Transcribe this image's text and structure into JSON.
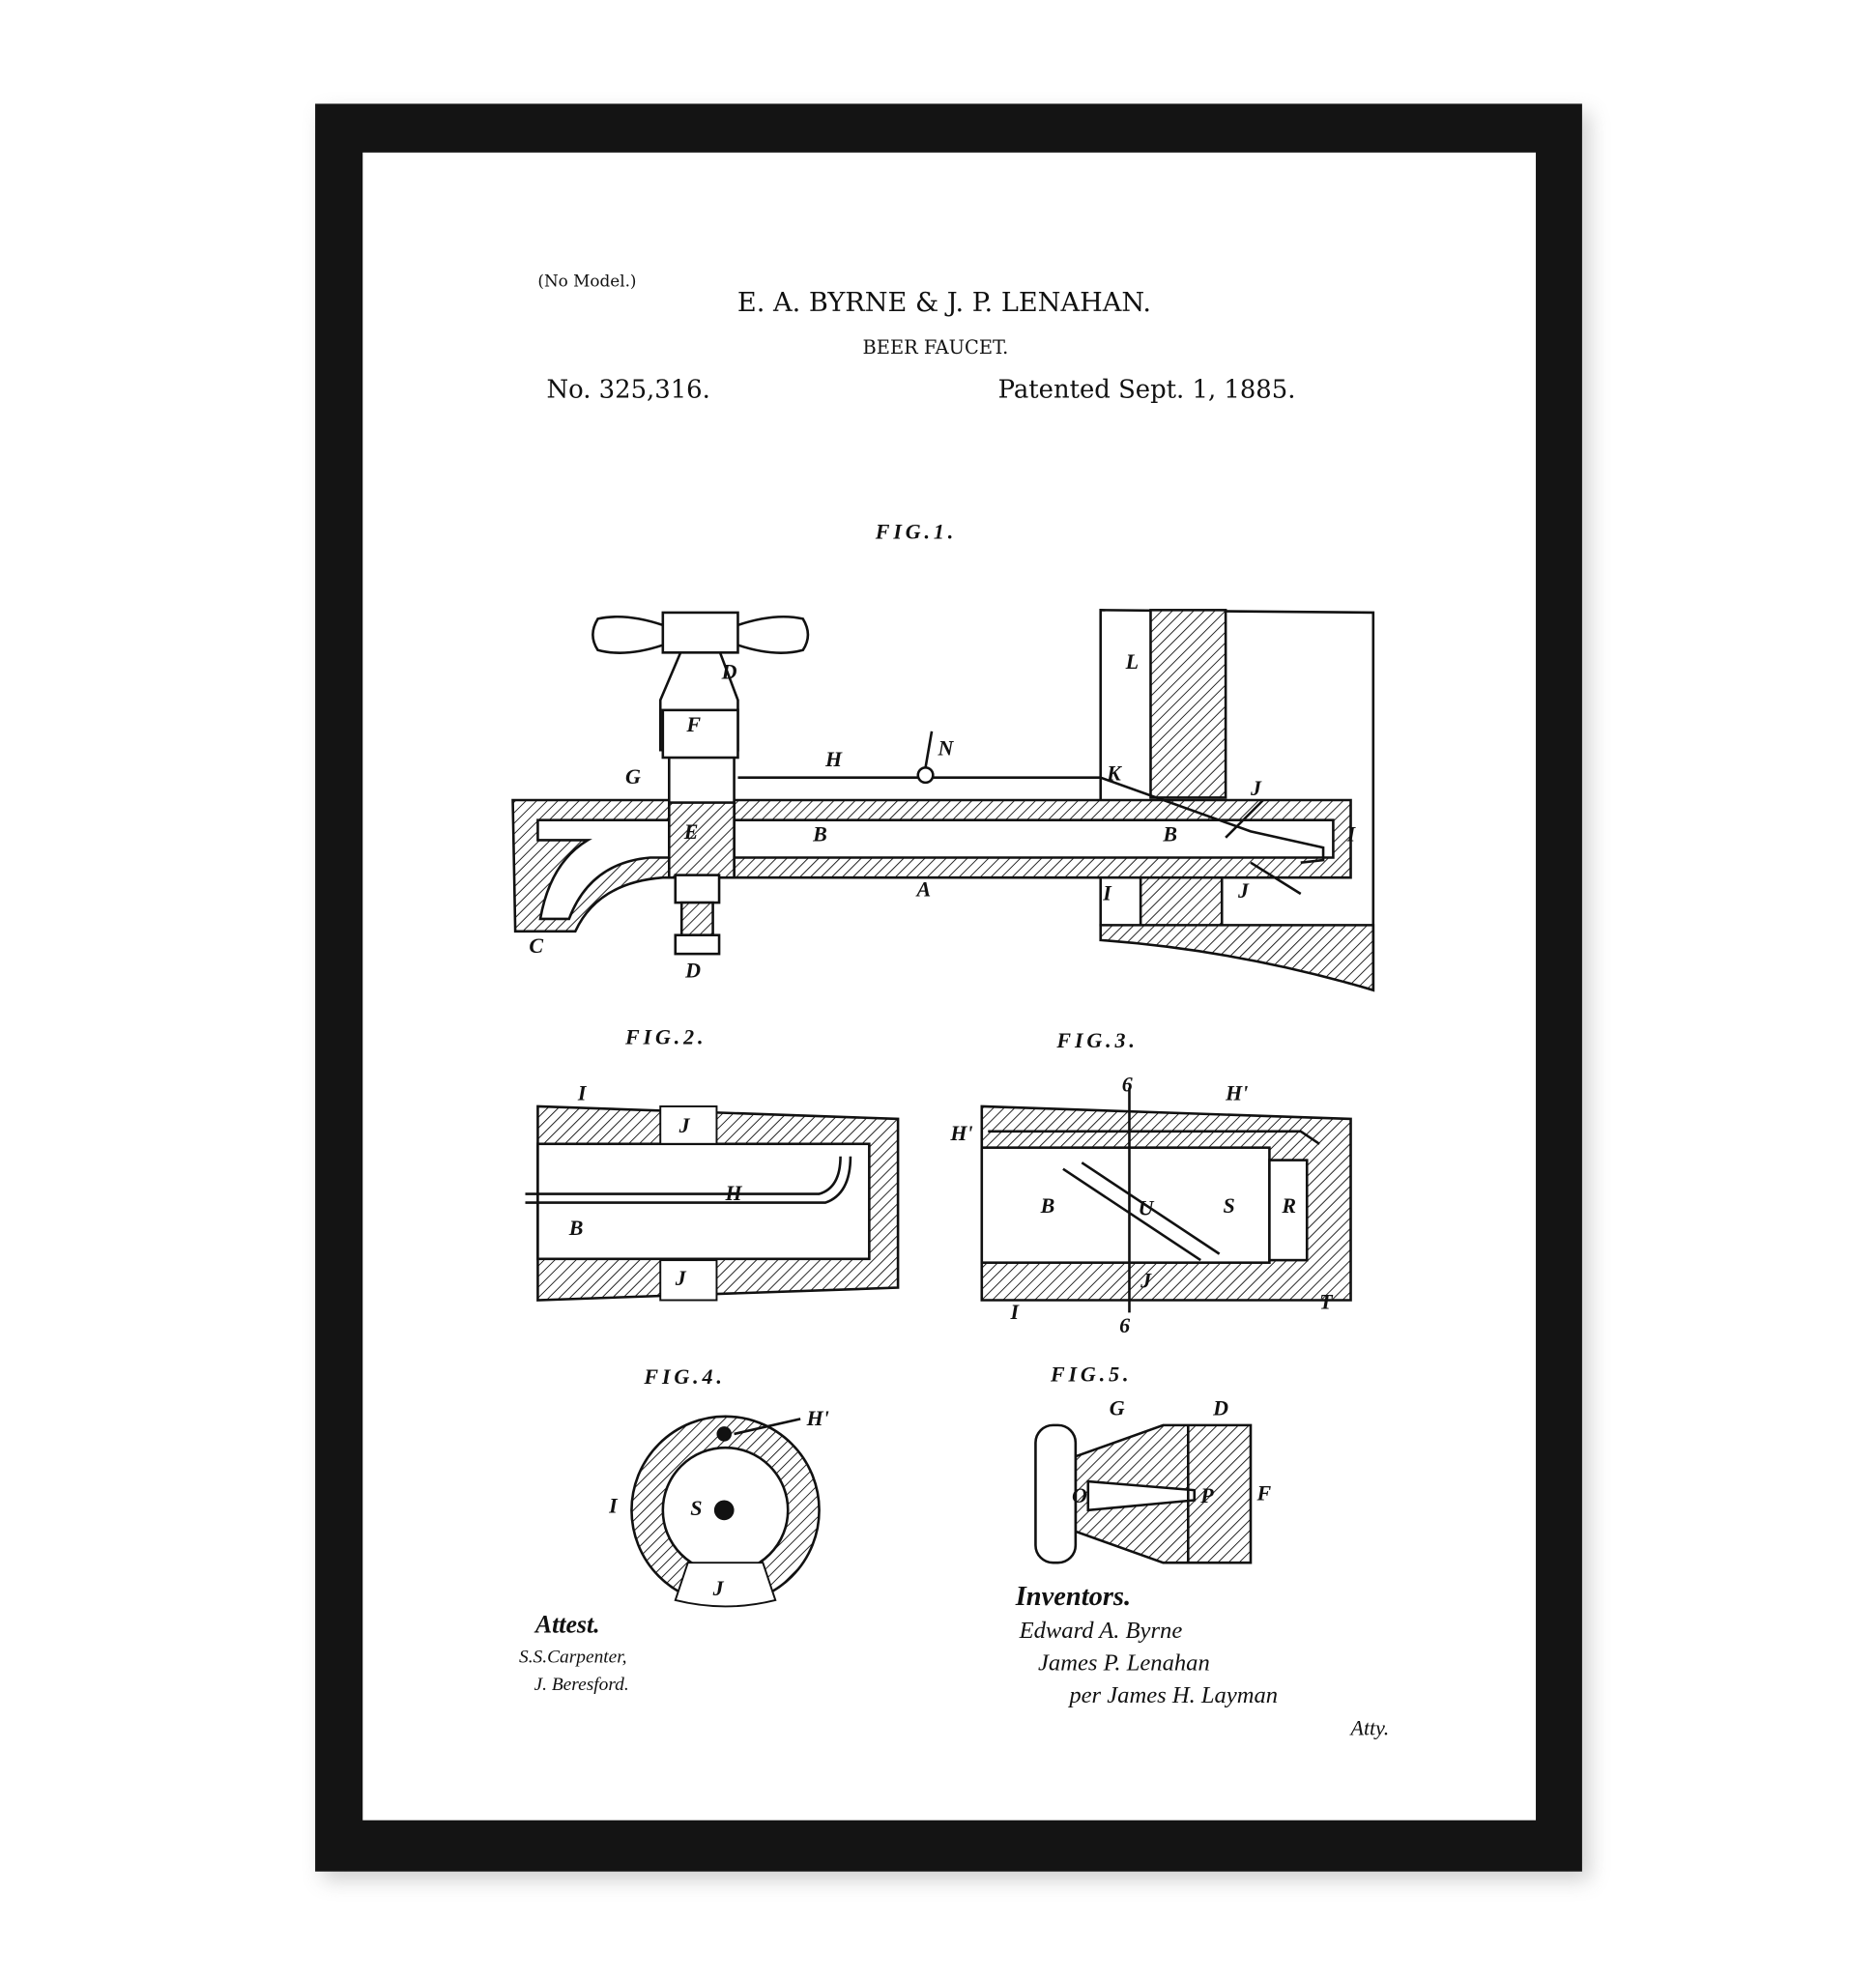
{
  "header": {
    "model_note": "(No Model.)",
    "inventors": "E. A. BYRNE & J. P. LENAHAN.",
    "title": "BEER FAUCET.",
    "patent_number": "No. 325,316.",
    "patent_date": "Patented Sept. 1, 1885."
  },
  "figures": {
    "fig1": {
      "title": "FIG.1.",
      "labels": [
        "D",
        "F",
        "G",
        "H",
        "N",
        "K",
        "L",
        "J",
        "E",
        "B",
        "B",
        "I",
        "A",
        "I",
        "J",
        "C",
        "D"
      ]
    },
    "fig2": {
      "title": "FIG.2.",
      "labels": [
        "I",
        "J",
        "H",
        "B",
        "J"
      ]
    },
    "fig3": {
      "title": "FIG.3.",
      "labels": [
        "6",
        "H'",
        "H'",
        "B",
        "U",
        "S",
        "R",
        "J",
        "I",
        "6",
        "T"
      ]
    },
    "fig4": {
      "title": "FIG.4.",
      "labels": [
        "H'",
        "I",
        "S",
        "J"
      ]
    },
    "fig5": {
      "title": "FIG.5.",
      "labels": [
        "G",
        "D",
        "O",
        "P",
        "F"
      ]
    }
  },
  "attest": {
    "heading": "Attest.",
    "witnesses": [
      "S.S.Carpenter,",
      "J. Beresford."
    ]
  },
  "inventors_block": {
    "heading": "Inventors.",
    "names": [
      "Edward A. Byrne",
      "James P. Lenahan",
      "per James H. Layman",
      "Atty."
    ]
  },
  "colors": {
    "frame": "#111111",
    "paper": "#ffffff",
    "ink": "#111111"
  }
}
